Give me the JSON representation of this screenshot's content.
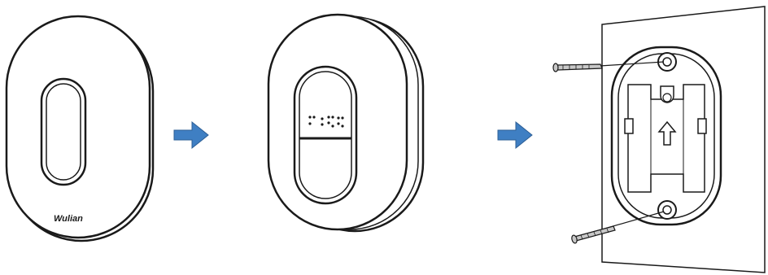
{
  "steps": [
    {
      "id": "device-front"
    },
    {
      "id": "device-back"
    },
    {
      "id": "wall-mount"
    }
  ],
  "device_front": {
    "brand_label": "Wulian"
  },
  "colors": {
    "outline": "#1a1a1a",
    "arrow_fill": "#3f7fc3",
    "arrow_dark": "#2d5f96",
    "screw_fill": "#c8c8c8"
  },
  "icons": {
    "step_arrow": "right-arrow-icon",
    "mount_arrow": "up-arrow-icon",
    "screw": "screw-icon",
    "braille": "braille-dots-icon"
  }
}
